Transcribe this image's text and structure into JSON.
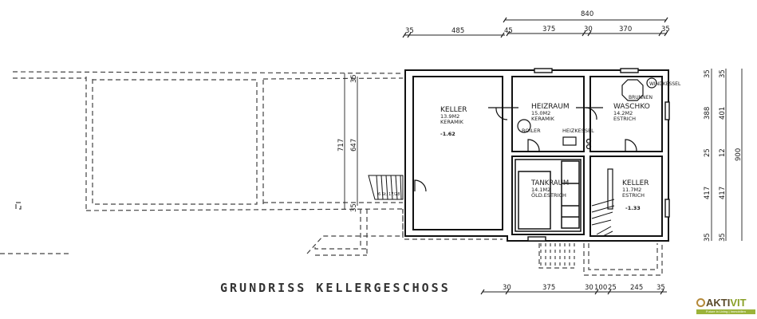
{
  "drawing": {
    "title": "GRUNDRISS KELLERGESCHOSS",
    "rooms": [
      {
        "name": "KELLER",
        "area": "13.9M2",
        "floor": "KERAMIK",
        "level": "-1.62"
      },
      {
        "name": "HEIZRAUM",
        "area": "15.0M2",
        "floor": "KERAMIK"
      },
      {
        "name": "WASCHKO",
        "area": "14.2M2",
        "floor": "ESTRICH"
      },
      {
        "name": "TANKRAUM",
        "area": "14.1M2",
        "floor": "ÖLD.ESTRICH"
      },
      {
        "name": "KELLER",
        "area": "11.7M2",
        "floor": "ESTRICH",
        "level": "-1.33"
      }
    ],
    "fixtures": {
      "boiler": "BOILER",
      "heizkessel": "HEIZKESSEL",
      "brunnen": "BRUNNEN",
      "windkessel": "WINDKESSEL",
      "stair_note": "6 St. 17/28"
    },
    "dimensions": {
      "top_total": "840",
      "top_row": [
        "35",
        "485",
        "45",
        "375",
        "30",
        "370",
        "35"
      ],
      "bottom_row": [
        "30",
        "375",
        "30",
        "100",
        "25",
        "245",
        "35"
      ],
      "right_col1": [
        "35",
        "388",
        "25",
        "417",
        "35"
      ],
      "right_col2": [
        "35",
        "401",
        "12",
        "417",
        "35"
      ],
      "right_total": "900",
      "left_outer": "717",
      "left_inner": "647",
      "left_top": "35",
      "left_bottom": "35"
    }
  },
  "logo": {
    "brand_a": "AKTI",
    "brand_b": "VIT",
    "tagline": "Future in Living | Immobilien",
    "color_brand": "#5a4a2a",
    "color_accent": "#9bb33a"
  }
}
